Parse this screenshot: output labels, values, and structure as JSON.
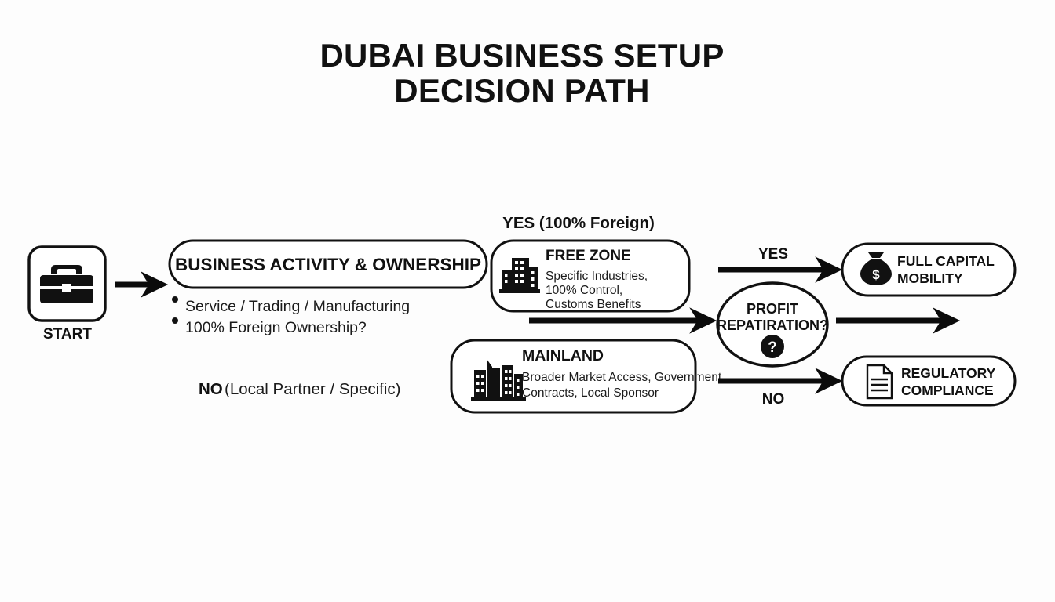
{
  "title": {
    "line1": "DUBAI BUSINESS SETUP",
    "line2": "DECISION PATH"
  },
  "start": {
    "caption": "START",
    "icon": "briefcase-icon"
  },
  "decision": {
    "label": "BUSINESS ACTIVITY & OWNERSHIP",
    "bullets": [
      "Service / Trading / Manufacturing",
      "100% Foreign Ownership?"
    ]
  },
  "branch_labels": {
    "yes_foreign": "YES (100% Foreign)",
    "no_local_bold": "NO",
    "no_local_rest": "(Local Partner / Specific)"
  },
  "options": [
    {
      "id": "free-zone",
      "title": "FREE ZONE",
      "icon": "buildings-icon",
      "lines": [
        "Specific Industries,",
        "100% Control,",
        "Customs Benefits"
      ]
    },
    {
      "id": "mainland",
      "title": "MAINLAND",
      "icon": "skyline-icon",
      "lines": [
        "Broader Market Access, Government",
        "Contracts, Local Sponsor"
      ]
    }
  ],
  "question": {
    "line1": "PROFIT",
    "line2": "REPATIRATION?",
    "icon": "question-badge-icon"
  },
  "outcomes": [
    {
      "id": "full-capital-mobility",
      "edge": "YES",
      "icon": "money-bag-icon",
      "line1": "FULL CAPITAL",
      "line2": "MOBILITY"
    },
    {
      "id": "regulatory-compliance",
      "edge": "NO",
      "icon": "document-icon",
      "line1": "REGULATORY",
      "line2": "COMPLIANCE"
    }
  ],
  "colors": {
    "ink": "#111111",
    "background": "#fdfdfd",
    "node_fill": "#ffffff"
  }
}
